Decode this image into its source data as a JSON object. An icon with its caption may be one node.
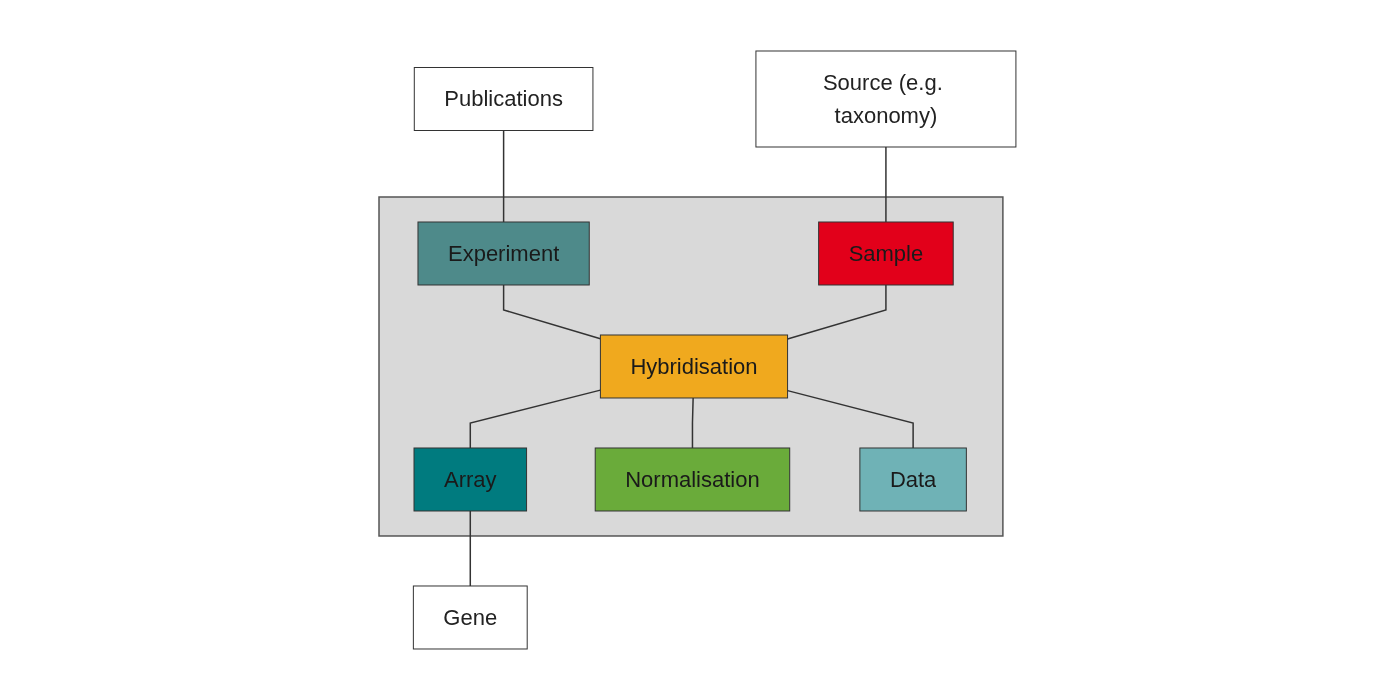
{
  "diagram": {
    "nodes": [
      {
        "text": [
          "Publications"
        ]
      },
      {
        "text": [],
        "shape": "box"
      },
      {
        "text": [
          "Experiment"
        ],
        "in": 1
      },
      {
        "text": [
          "Source (e.g. taxonomy)"
        ]
      },
      {
        "text": [
          "Sample"
        ],
        "in": 1
      },
      {
        "text": [
          "Hybridisation"
        ],
        "in": 1
      },
      {
        "text": [
          "Array"
        ],
        "in": 1
      },
      {
        "text": [
          "Gene"
        ]
      },
      {
        "text": [
          "Normalisation"
        ],
        "in": 1
      },
      {
        "text": [
          "Data"
        ],
        "in": 1
      }
    ],
    "edges": [
      {
        "from": 0,
        "to": 2,
        "arrow": "none"
      },
      {
        "from": 2,
        "to": 5,
        "arrow": "none"
      },
      {
        "from": 3,
        "to": 4,
        "arrow": "none"
      },
      {
        "from": 4,
        "to": 5,
        "arrow": "none"
      },
      {
        "from": 5,
        "to": 6,
        "arrow": "none"
      },
      {
        "from": 6,
        "to": 7,
        "arrow": "none"
      },
      {
        "from": 5,
        "to": 8,
        "arrow": "none"
      },
      {
        "from": 5,
        "to": 9,
        "arrow": "none"
      }
    ]
  }
}
